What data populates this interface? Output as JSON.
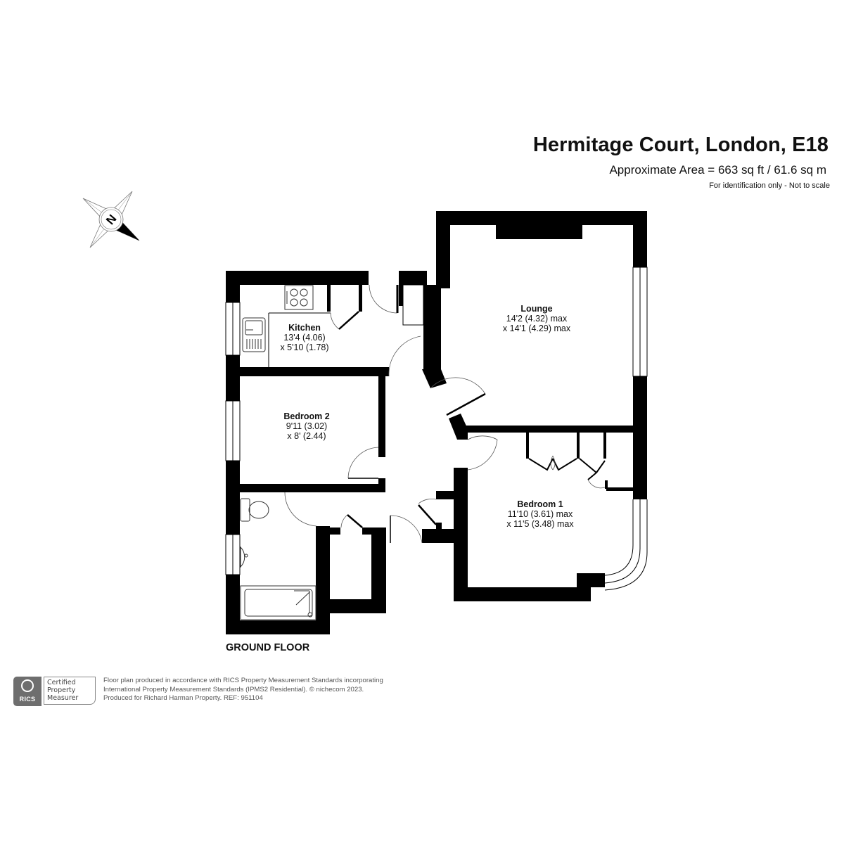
{
  "header": {
    "title": "Hermitage Court, London, E18",
    "area": "Approximate Area = 663 sq ft / 61.6 sq m",
    "disclaimer": "For identification only - Not to scale"
  },
  "compass": {
    "icon": "compass-north-icon",
    "letter": "N"
  },
  "rooms": [
    {
      "id": "kitchen",
      "name": "Kitchen",
      "dim1": "13'4 (4.06)",
      "dim2": "x 5'10 (1.78)"
    },
    {
      "id": "lounge",
      "name": "Lounge",
      "dim1": "14'2 (4.32) max",
      "dim2": "x 14'1 (4.29) max"
    },
    {
      "id": "bedroom-2",
      "name": "Bedroom 2",
      "dim1": "9'11 (3.02)",
      "dim2": "x 8' (2.44)"
    },
    {
      "id": "bedroom-1",
      "name": "Bedroom 1",
      "dim1": "11'10 (3.61) max",
      "dim2": "x 11'5 (3.48) max"
    }
  ],
  "floor_label": "GROUND FLOOR",
  "footer": {
    "badge": {
      "org": "RICS",
      "line1": "Certified",
      "line2": "Property",
      "line3": "Measurer"
    },
    "credits": [
      "Floor plan produced in accordance with RICS Property Measurement Standards incorporating",
      "International Property Measurement Standards (IPMS2 Residential).   © nichecom 2023.",
      "Produced for Richard Harman Property.   REF: 951104"
    ]
  },
  "colors": {
    "wall": "#000000",
    "background": "#ffffff",
    "text": "#111111",
    "footer_text": "#555555",
    "badge_grey": "#6e6e6e"
  }
}
